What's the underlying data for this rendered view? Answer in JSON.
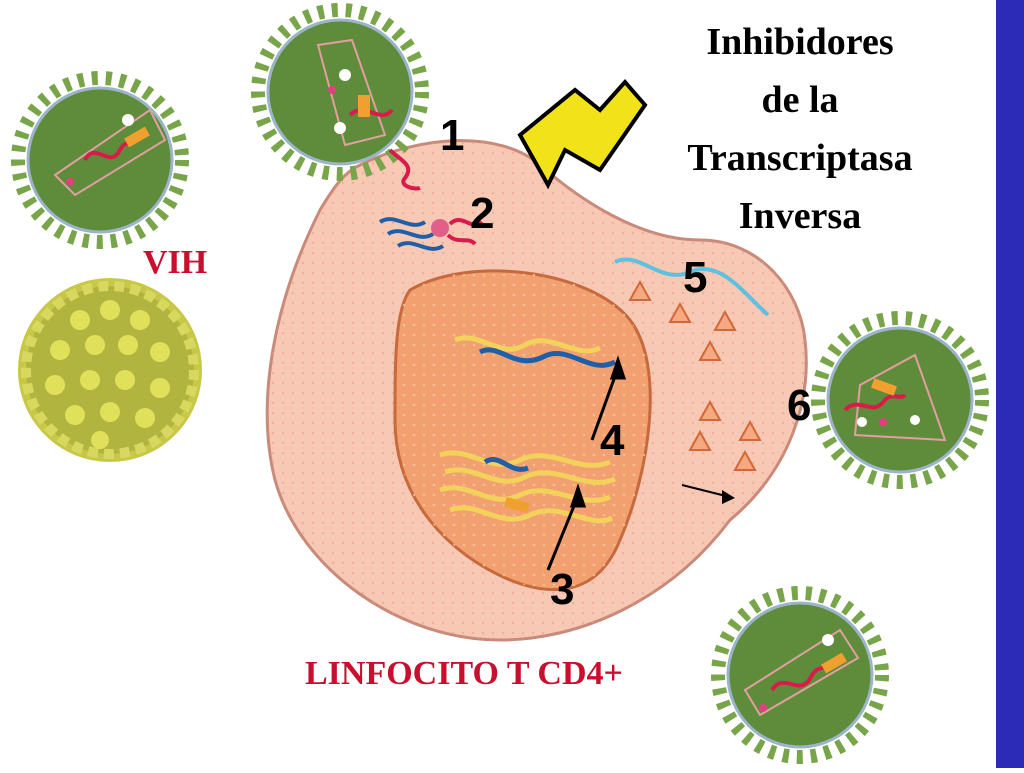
{
  "title_lines": [
    "Inhibidores",
    "de la",
    "Transcriptasa",
    "Inversa"
  ],
  "labels": {
    "virus": "VIH",
    "cell": "LINFOCITO T CD4+"
  },
  "steps": [
    "1",
    "2",
    "3",
    "4",
    "5",
    "6"
  ],
  "colors": {
    "cell": "#f7c8b4",
    "nucleus": "#f2a070",
    "virus_core": "#5e8c3a",
    "virus_spikes": "#79a54a",
    "rna": "#d81b4a",
    "dna": "#1f5fa8",
    "inhibitor": "#f2e21a",
    "accent_bar": "#2b2bb8",
    "label_red": "#c8102e"
  }
}
